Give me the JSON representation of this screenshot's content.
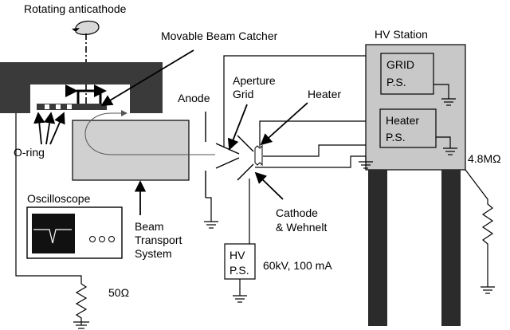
{
  "labels": {
    "rotating_anticathode": "Rotating anticathode",
    "movable_beam_catcher": "Movable Beam Catcher",
    "hv_station": "HV Station",
    "grid_ps_line1": "GRID",
    "grid_ps_line2": "P.S.",
    "aperture_line1": "Aperture",
    "aperture_line2": "Grid",
    "anode": "Anode",
    "heater": "Heater",
    "heater_ps_line1": "Heater",
    "heater_ps_line2": "P.S.",
    "o_ring": "O-ring",
    "oscilloscope": "Oscilloscope",
    "beam_transport_line1": "Beam",
    "beam_transport_line2": "Transport",
    "beam_transport_line3": "System",
    "cathode_line1": "Cathode",
    "cathode_line2": "& Wehnelt",
    "hv_ps_line1": "HV",
    "hv_ps_line2": "P.S.",
    "hv_rating": "60kV, 100 mA",
    "resistor_station": "4.8MΩ",
    "resistor_scope": "50Ω"
  },
  "colors": {
    "dark_block": "#3a3a3a",
    "chamber_fill": "#d0d0d0",
    "station_fill": "#c8c8c8",
    "leg_fill": "#2b2b2b",
    "scope_screen": "#111111"
  }
}
